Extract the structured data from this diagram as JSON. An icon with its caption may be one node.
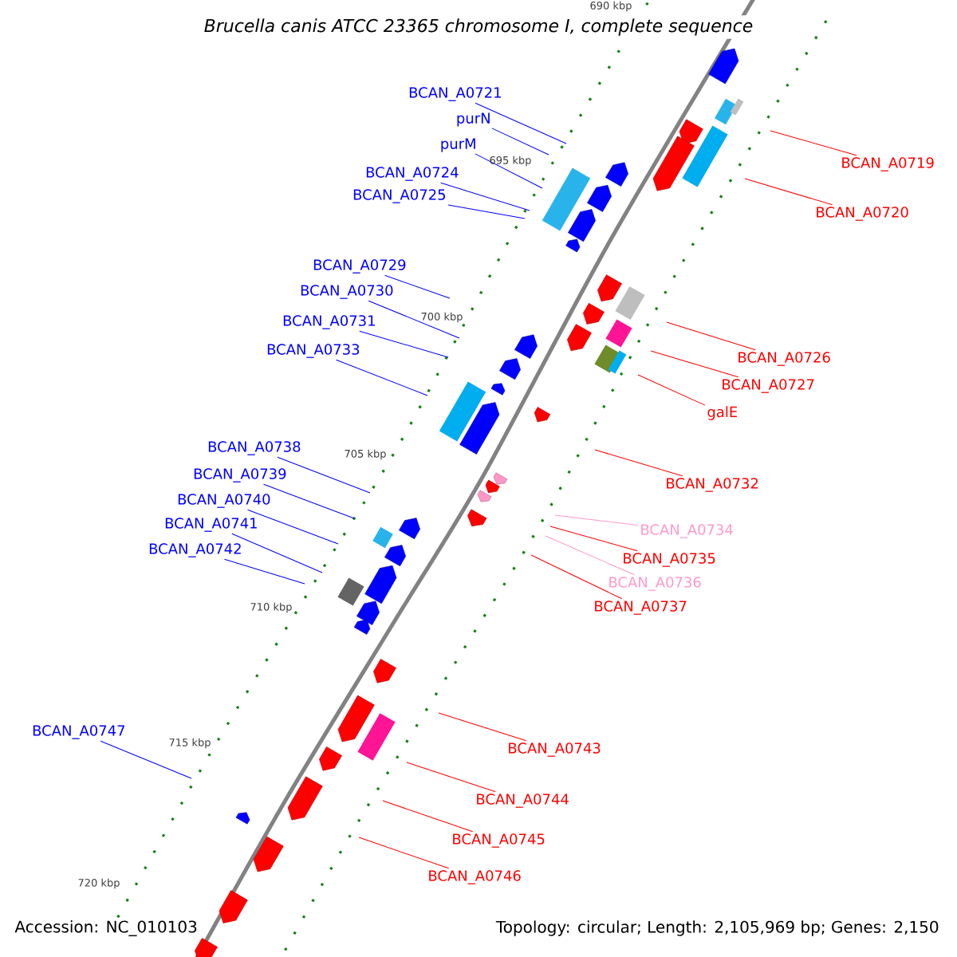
{
  "diagram": {
    "title": "Brucella canis ATCC 23365 chromosome I, complete sequence",
    "nodes": [
      {
        "text": [
          "BCAN_A0721"
        ]
      },
      {
        "text": [
          "purN"
        ]
      },
      {
        "text": [
          "purM"
        ]
      },
      {
        "text": [
          "BCAN_A0724"
        ]
      },
      {
        "text": [
          "BCAN_A0725"
        ]
      },
      {
        "text": [
          "BCAN_A0729"
        ]
      },
      {
        "text": [
          "BCAN_A0730"
        ]
      },
      {
        "text": [
          "BCAN_A0731"
        ]
      },
      {
        "text": [
          "BCAN_A0733"
        ]
      },
      {
        "text": [
          "BCAN_A0738"
        ]
      },
      {
        "text": [
          "BCAN_A0739"
        ]
      },
      {
        "text": [
          "BCAN_A0740"
        ]
      },
      {
        "text": [
          "BCAN_A0741"
        ]
      },
      {
        "text": [
          "BCAN_A0742"
        ]
      },
      {
        "text": [
          "BCAN_A0747"
        ]
      },
      {
        "text": [
          "BCAN_A0719"
        ]
      },
      {
        "text": [
          "BCAN_A0720"
        ]
      },
      {
        "text": [
          "BCAN_A0726"
        ]
      },
      {
        "text": [
          "BCAN_A0727"
        ]
      },
      {
        "text": [
          "galE"
        ]
      },
      {
        "text": [
          "BCAN_A0732"
        ]
      },
      {
        "text": [
          "BCAN_A0734"
        ]
      },
      {
        "text": [
          "BCAN_A0735"
        ]
      },
      {
        "text": [
          "BCAN_A0736"
        ]
      },
      {
        "text": [
          "BCAN_A0737"
        ]
      },
      {
        "text": [
          "BCAN_A0743"
        ]
      },
      {
        "text": [
          "BCAN_A0744"
        ]
      },
      {
        "text": [
          "BCAN_A0745"
        ]
      },
      {
        "text": [
          "BCAN_A0746"
        ]
      }
    ],
    "edges": [
      {
        "from": 0,
        "to": null,
        "arrow": "none"
      },
      {
        "from": 1,
        "to": null,
        "arrow": "none"
      },
      {
        "from": 2,
        "to": null,
        "arrow": "none"
      },
      {
        "from": 3,
        "to": null,
        "arrow": "none"
      },
      {
        "from": 4,
        "to": null,
        "arrow": "none"
      },
      {
        "from": 5,
        "to": null,
        "arrow": "none"
      },
      {
        "from": 6,
        "to": null,
        "arrow": "none"
      },
      {
        "from": 7,
        "to": null,
        "arrow": "none"
      },
      {
        "from": 8,
        "to": null,
        "arrow": "none"
      },
      {
        "from": 9,
        "to": null,
        "arrow": "none"
      },
      {
        "from": 10,
        "to": null,
        "arrow": "none"
      },
      {
        "from": 11,
        "to": null,
        "arrow": "none"
      },
      {
        "from": 12,
        "to": null,
        "arrow": "none"
      },
      {
        "from": 13,
        "to": null,
        "arrow": "none"
      },
      {
        "from": 14,
        "to": null,
        "arrow": "none"
      },
      {
        "from": 15,
        "to": null,
        "arrow": "none",
        "color": "#ff0000"
      },
      {
        "from": 16,
        "to": null,
        "arrow": "none",
        "color": "#ff0000"
      },
      {
        "from": 17,
        "to": null,
        "arrow": "none",
        "color": "#ff0000"
      },
      {
        "from": 18,
        "to": null,
        "arrow": "none",
        "color": "#ff0000"
      },
      {
        "from": 19,
        "to": null,
        "arrow": "none",
        "color": "#ff0000"
      },
      {
        "from": 20,
        "to": null,
        "arrow": "none",
        "color": "#ff0000"
      },
      {
        "from": 21,
        "to": null,
        "arrow": "none",
        "color": "#ff99cc"
      },
      {
        "from": 22,
        "to": null,
        "arrow": "none",
        "color": "#ff0000"
      },
      {
        "from": 23,
        "to": null,
        "arrow": "none",
        "color": "#ff99cc"
      },
      {
        "from": 24,
        "to": null,
        "arrow": "none",
        "color": "#ff0000"
      },
      {
        "from": 25,
        "to": null,
        "arrow": "none",
        "color": "#ff0000"
      },
      {
        "from": 26,
        "to": null,
        "arrow": "none",
        "color": "#ff0000"
      },
      {
        "from": 27,
        "to": null,
        "arrow": "none",
        "color": "#ff0000"
      },
      {
        "from": 28,
        "to": null,
        "arrow": "none",
        "color": "#ff0000"
      }
    ],
    "labels": [
      "690 kbp",
      "695 kbp",
      "700 kbp",
      "705 kbp",
      "710 kbp",
      "715 kbp",
      "720 kbp",
      "Accession: NC_010103",
      "Topology: circular; Length: 2,105,969 bp; Genes: 2,150"
    ]
  }
}
